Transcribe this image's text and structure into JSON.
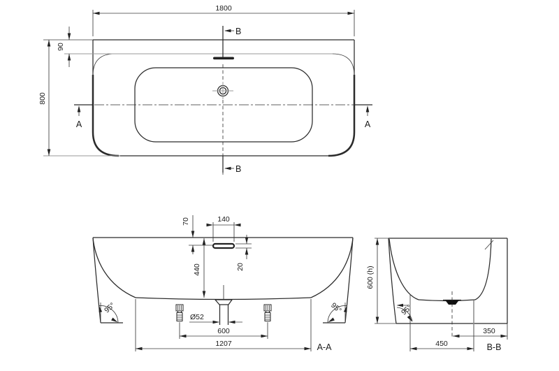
{
  "drawing_type": "bathtub technical dimension drawing",
  "plan": {
    "length": "1800",
    "width": "800",
    "rim_offset": "90",
    "marker_a": "A",
    "marker_b": "B"
  },
  "section_aa": {
    "label": "A-A",
    "overflow_offset": "70",
    "overflow_width": "140",
    "overflow_thickness": "20",
    "depth": "440",
    "wall_angle": "95°",
    "drain_diameter": "Ø52",
    "feet_spacing": "600",
    "base_length": "1207"
  },
  "section_bb": {
    "label": "B-B",
    "height": "600 (h)",
    "wall_angle": "95°",
    "floor_width": "450",
    "drain_offset": "350"
  }
}
